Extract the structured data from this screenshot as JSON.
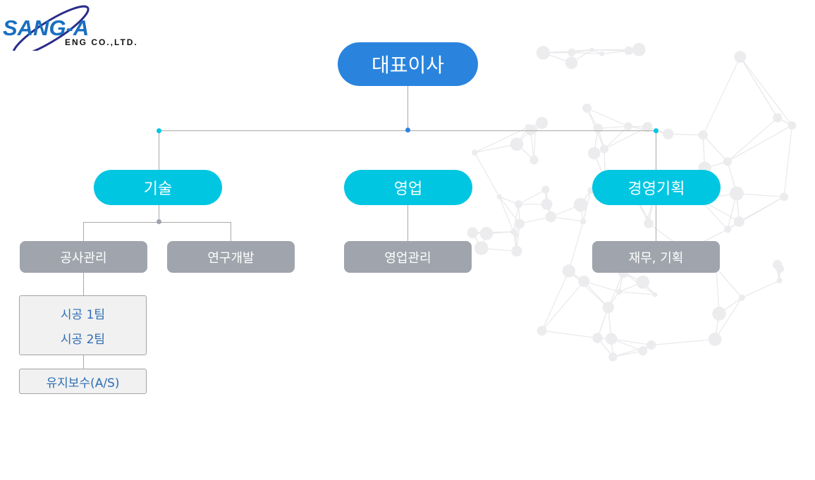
{
  "logo": {
    "text": "SANG-A",
    "subtext": "ENG CO.,LTD."
  },
  "ceo": "대표이사",
  "divisions": [
    {
      "label": "기술",
      "teams": [
        "공사관리",
        "연구개발"
      ]
    },
    {
      "label": "영업",
      "teams": [
        "영업관리"
      ]
    },
    {
      "label": "경영기획",
      "teams": [
        "재무, 기획"
      ]
    }
  ],
  "construction_units": {
    "teams": [
      "시공 1팀",
      "시공 2팀"
    ],
    "maintenance": "유지보수(A/S)"
  },
  "colors": {
    "ceo": "#2a84de",
    "division": "#00c6e2",
    "team": "#a0a5ad",
    "unit_text": "#2d6db5"
  }
}
